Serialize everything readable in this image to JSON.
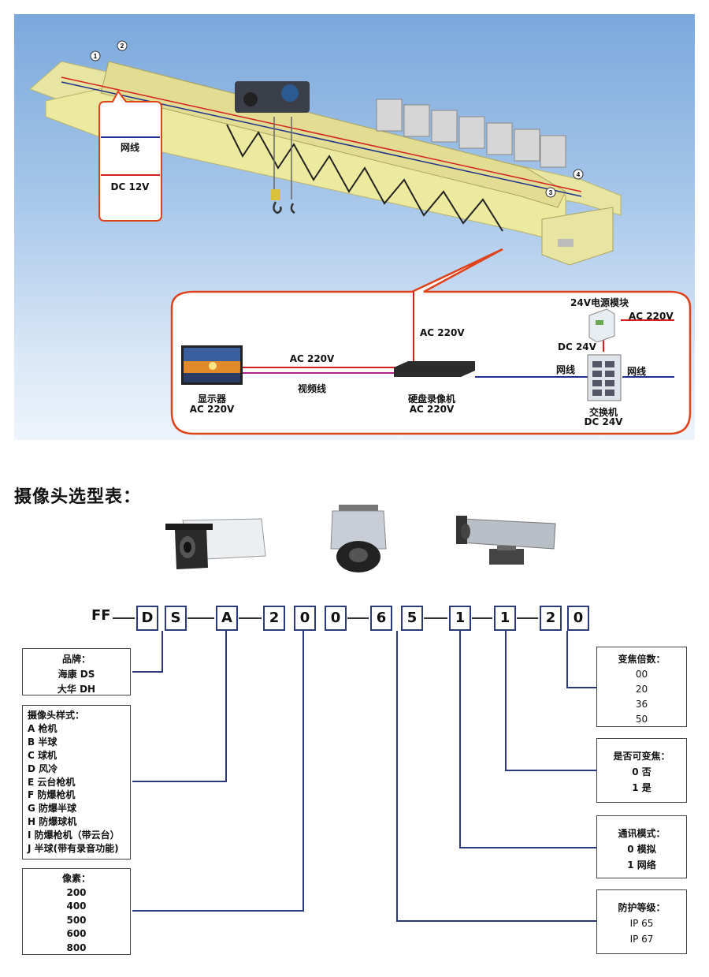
{
  "scene": {
    "callout_left": {
      "label_top": "网线",
      "label_bottom": "DC 12V"
    },
    "markers": [
      "1",
      "2",
      "3",
      "4"
    ],
    "colors": {
      "network": "#1e2f8c",
      "power": "#d42020",
      "video": "#b0208a",
      "callout_border": "#e0421a"
    }
  },
  "network": {
    "ac_top": "AC 220V",
    "monitor": {
      "name": "显示器",
      "power": "AC 220V"
    },
    "ac_mid": "AC 220V",
    "video_line": "视频线",
    "dvr": {
      "name": "硬盘录像机",
      "power": "AC 220V"
    },
    "psu": {
      "name": "24V电源模块",
      "ac": "AC 220V",
      "dc": "DC 24V"
    },
    "switch": {
      "name": "交换机",
      "power": "DC 24V",
      "net_left": "网线",
      "net_right": "网线"
    }
  },
  "selection": {
    "title": "摄像头选型表：",
    "prefix": "FF",
    "code": [
      "D",
      "S",
      "A",
      "2",
      "0",
      "0",
      "6",
      "5",
      "1",
      "1",
      "2",
      "0"
    ],
    "brand": {
      "header": "品牌：",
      "items": [
        "海康 DS",
        "大华 DH"
      ]
    },
    "style": {
      "header": "摄像头样式：",
      "items": [
        "A  枪机",
        "B  半球",
        "C  球机",
        "D  风冷",
        "E  云台枪机",
        "F  防爆枪机",
        "G  防爆半球",
        "H  防爆球机",
        "I  防爆枪机（带云台）",
        "J  半球(带有录音功能)"
      ]
    },
    "pixels": {
      "header": "像素：",
      "items": [
        "200",
        "400",
        "500",
        "600",
        "800"
      ]
    },
    "zoom": {
      "header": "变焦倍数：",
      "items": [
        "00",
        "20",
        "36",
        "50"
      ]
    },
    "zoomable": {
      "header": "是否可变焦：",
      "items": [
        "0  否",
        "1  是"
      ]
    },
    "comm": {
      "header": "通讯模式：",
      "items": [
        "0  模拟",
        "1  网络"
      ]
    },
    "protection": {
      "header": "防护等级：",
      "items": [
        "IP 65",
        "IP 67"
      ]
    }
  }
}
